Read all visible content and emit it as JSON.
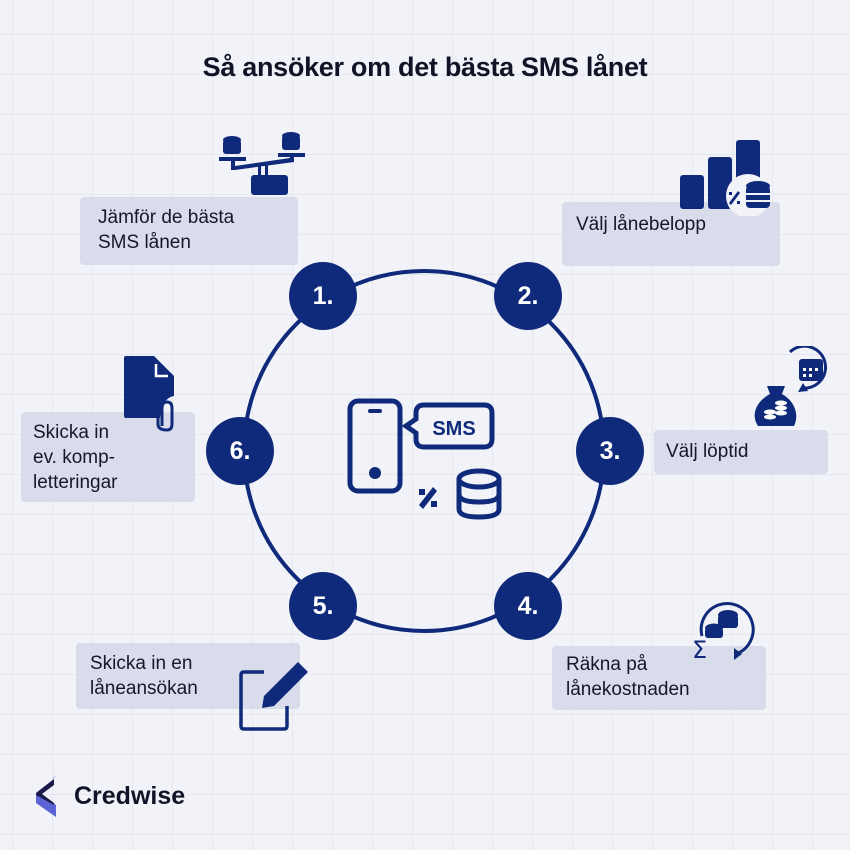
{
  "title": "Så ansöker om det bästa SMS lånet",
  "colors": {
    "primary": "#0f2a7a",
    "card": "#d9dcea",
    "text": "#16182a",
    "background": "#f2f3f8"
  },
  "center_icon": {
    "name": "phone-sms-percent-coins-icon",
    "label": "SMS"
  },
  "steps": [
    {
      "number": "1.",
      "label_lines": [
        "Jämför de bästa",
        "SMS lånen"
      ],
      "icon": "scale-coins-icon"
    },
    {
      "number": "2.",
      "label_lines": [
        "Välj lånebelopp"
      ],
      "icon": "bar-chart-coins-icon"
    },
    {
      "number": "3.",
      "label_lines": [
        "Välj löptid"
      ],
      "icon": "moneybag-calendar-icon"
    },
    {
      "number": "4.",
      "label_lines": [
        "Räkna på",
        "lånekostnaden"
      ],
      "icon": "sigma-coins-icon"
    },
    {
      "number": "5.",
      "label_lines": [
        "Skicka in en",
        "låneansökan"
      ],
      "icon": "edit-pencil-icon"
    },
    {
      "number": "6.",
      "label_lines": [
        "Skicka in",
        "ev. komp-",
        "letteringar"
      ],
      "icon": "document-paperclip-icon"
    }
  ],
  "brand": {
    "name": "Credwise"
  }
}
